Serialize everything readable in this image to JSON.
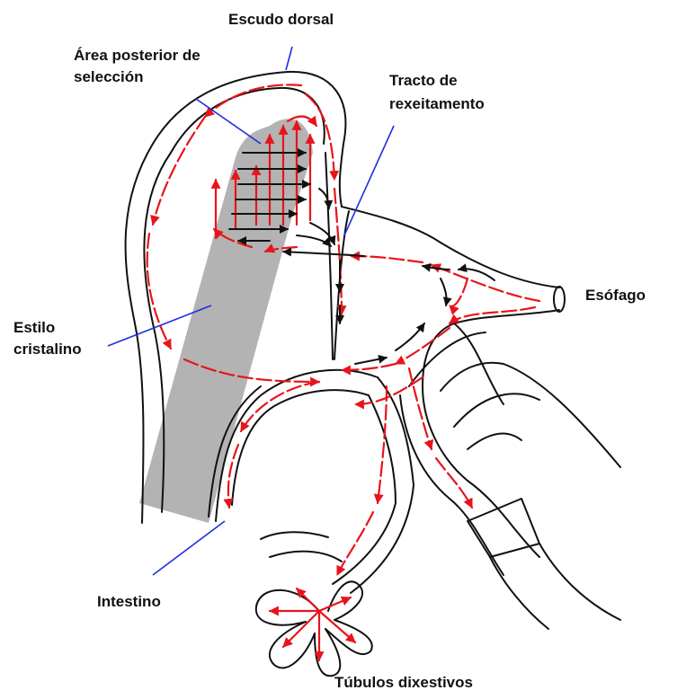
{
  "labels": {
    "dorsal_shield": "Escudo dorsal",
    "posterior_sorting_area_1": "Área posterior de",
    "posterior_sorting_area_2": "selección",
    "rejection_tract_1": "Tracto de",
    "rejection_tract_2": "rexeitamento",
    "esophagus": "Esófago",
    "crystalline_style_1": "Estilo",
    "crystalline_style_2": "cristalino",
    "intestine": "Intestino",
    "digestive_tubules": "Túbulos dixestivos"
  },
  "colors": {
    "outline": "#111111",
    "flow_arrows": "#e8141b",
    "sorting_arrows": "#111111",
    "leader_lines": "#1f2fe0",
    "style_fill": "#b3b3b3"
  }
}
